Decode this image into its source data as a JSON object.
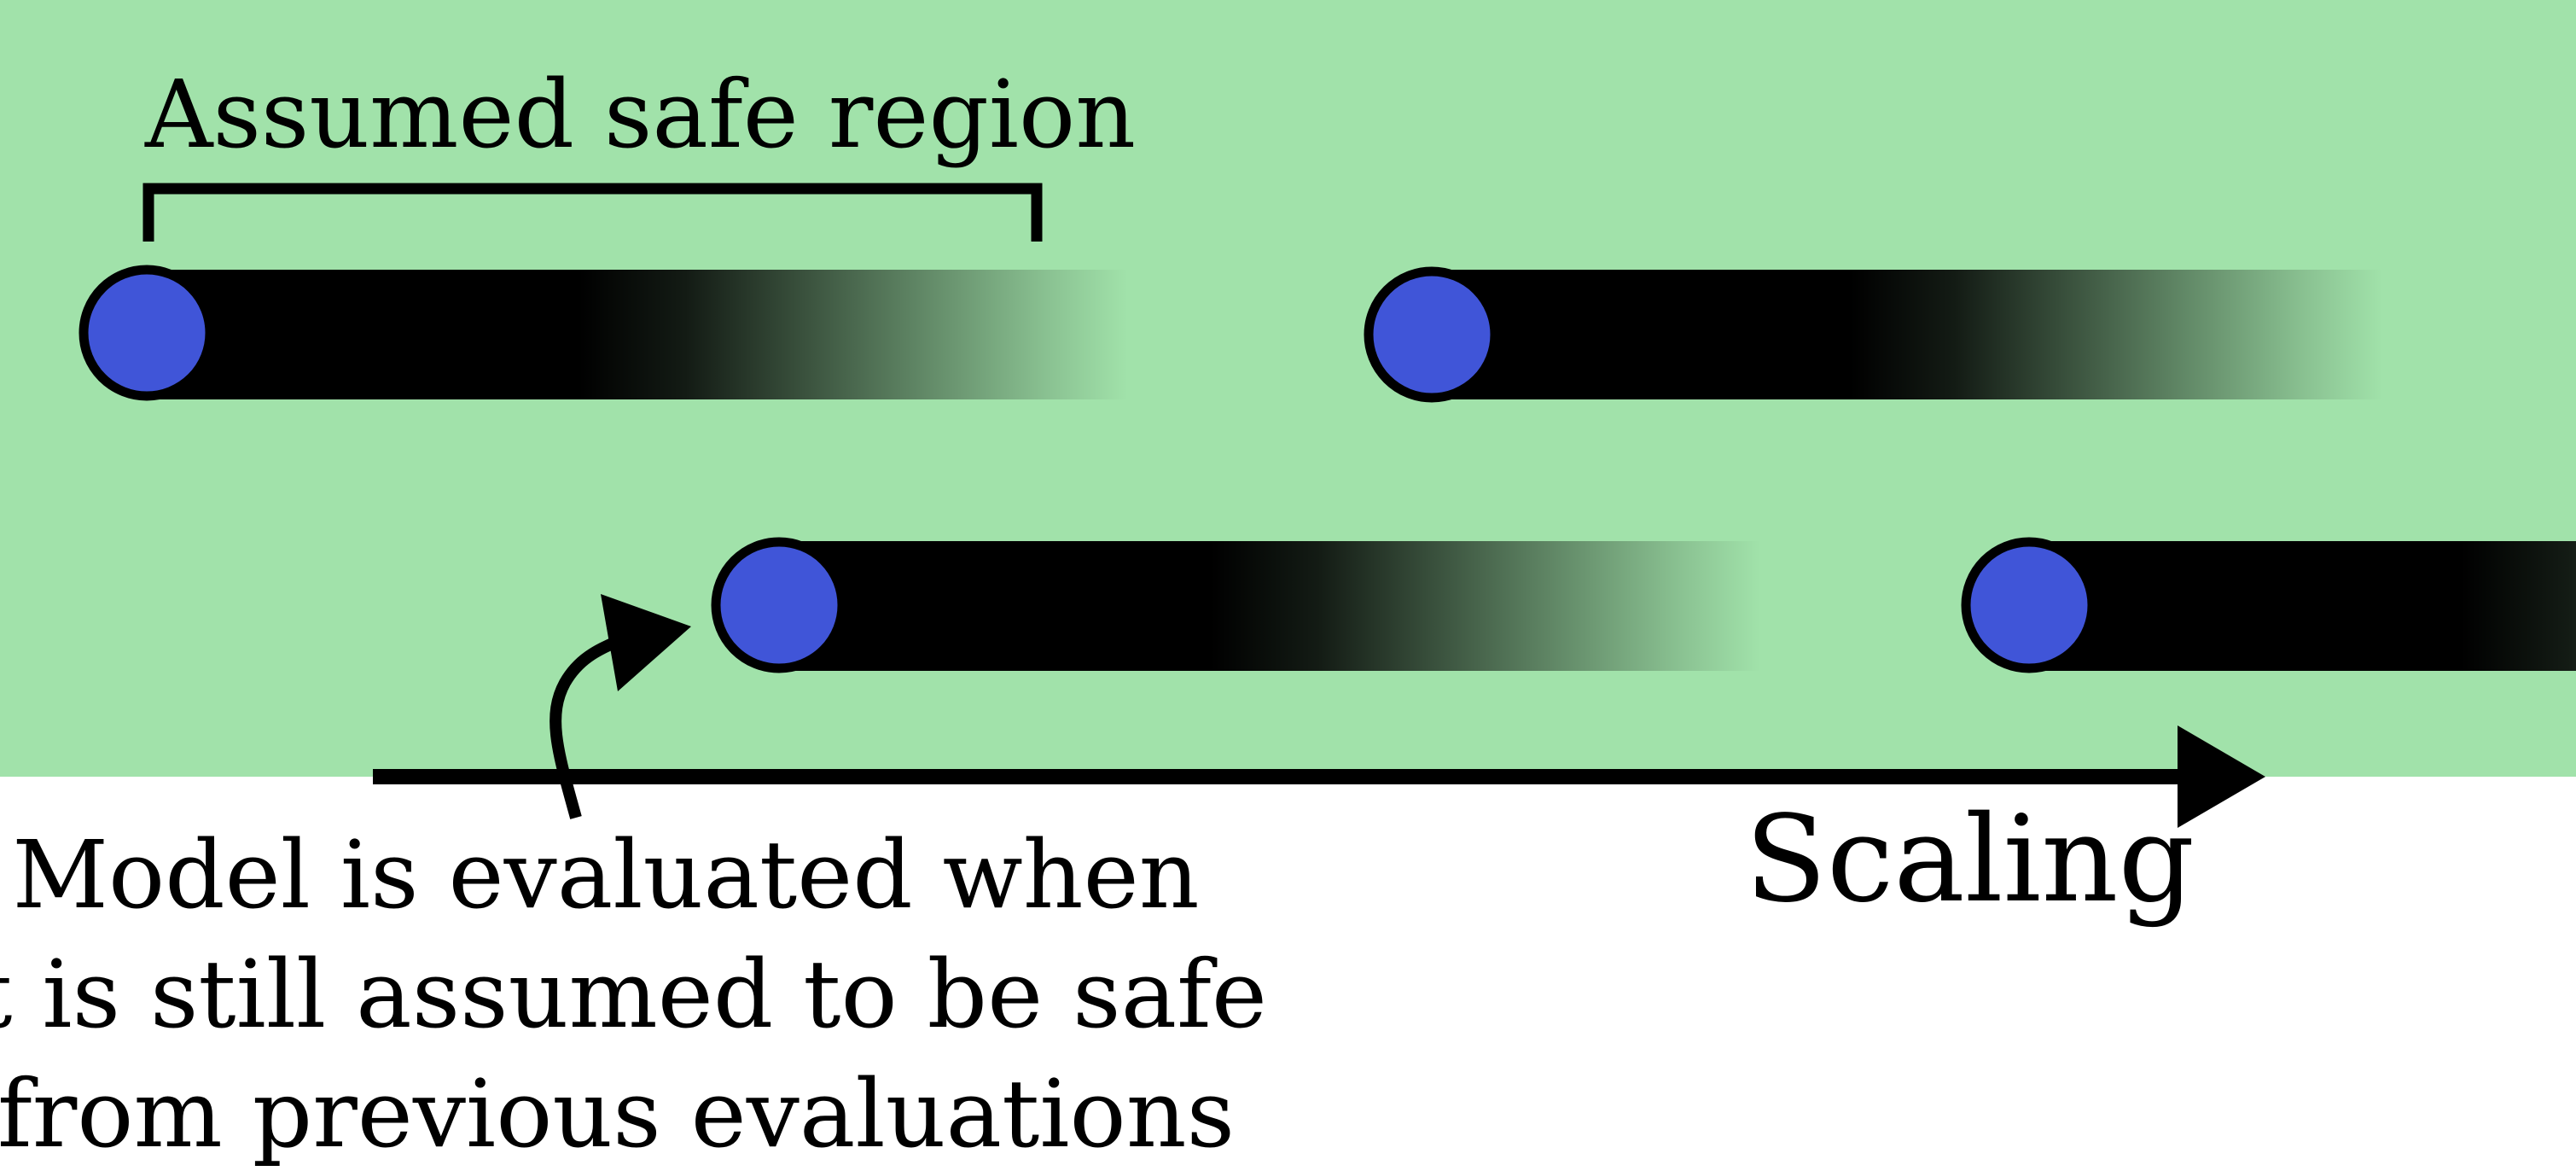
{
  "labels": {
    "safe_region": "Assumed safe region",
    "axis": "Scaling",
    "caption_lines": [
      "Model is evaluated when",
      "it is still assumed to be safe",
      "from previous evaluations"
    ]
  },
  "colors": {
    "safe_background": "#a1e2aa",
    "model_dot": "#4055d8",
    "bar": "#000000",
    "outline": "#000000",
    "page_background": "#ffffff"
  },
  "icons": {
    "axis": "right-arrow-icon",
    "pointer": "curved-arrow-icon",
    "region": "bracket-icon",
    "model": "circle-icon"
  }
}
